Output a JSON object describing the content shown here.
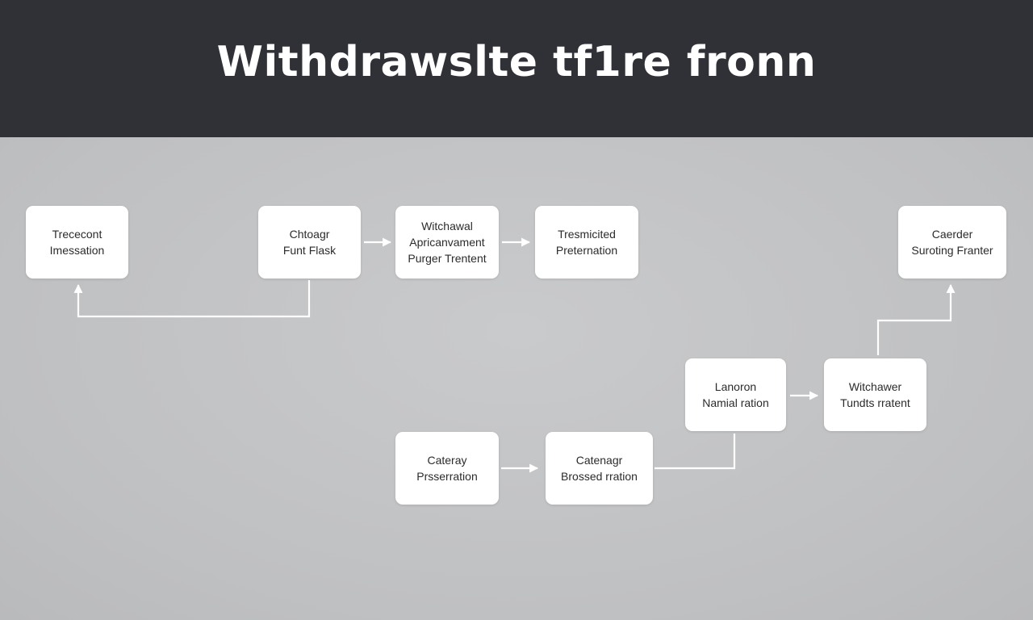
{
  "header": {
    "title": "Withdrawslte tf1re fronn"
  },
  "colors": {
    "header_bg": "#2f3137",
    "canvas_bg": "#c3c4c6",
    "node_bg": "#ffffff",
    "connector": "#ffffff"
  },
  "nodes": [
    {
      "id": "n1",
      "lines": [
        "Trececont",
        "Imessation"
      ]
    },
    {
      "id": "n2",
      "lines": [
        "Chtoagr",
        "Funt Flask"
      ]
    },
    {
      "id": "n3",
      "lines": [
        "Witchawal",
        "Apricanvament",
        "Purger Trentent"
      ]
    },
    {
      "id": "n4",
      "lines": [
        "Tresmicited",
        "Preternation"
      ]
    },
    {
      "id": "n5",
      "lines": [
        "Caerder",
        "Suroting Franter"
      ]
    },
    {
      "id": "n6",
      "lines": [
        "Lanoron",
        "Namial ration"
      ]
    },
    {
      "id": "n7",
      "lines": [
        "Witchawer",
        "Tundts rratent"
      ]
    },
    {
      "id": "n8",
      "lines": [
        "Cateray",
        "Prsserration"
      ]
    },
    {
      "id": "n9",
      "lines": [
        "Catenagr",
        "Brossed rration"
      ]
    }
  ]
}
